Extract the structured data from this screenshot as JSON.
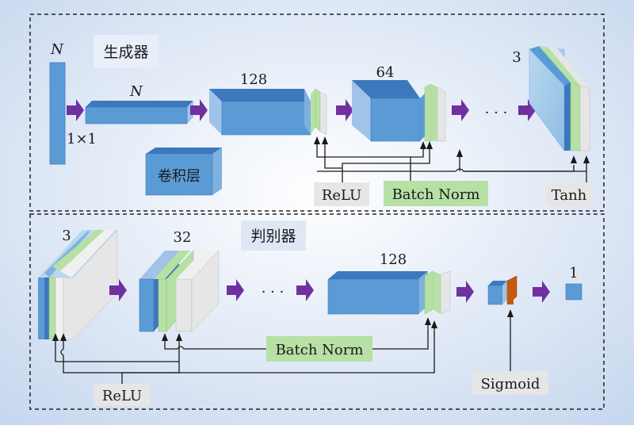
{
  "colors": {
    "conv_front": "#5b9bd5",
    "conv_top": "#3d78bd",
    "conv_side": "#9fc4e8",
    "bn_green": "#b6e0a4",
    "act_gray": "#e6e6e6",
    "sigmoid_orange": "#c55a11",
    "arrow_purple": "#7030a0"
  },
  "generator": {
    "title": "生成器",
    "input_label": "N",
    "input_size": "1×1",
    "fc_label": "N",
    "layer1_channels": "128",
    "layer2_channels": "64",
    "ellipsis": "· · ·",
    "output_channels": "3",
    "legend_conv": "卷积层",
    "relu_label": "ReLU",
    "bn_label": "Batch Norm",
    "tanh_label": "Tanh"
  },
  "discriminator": {
    "title": "判别器",
    "input_channels": "3",
    "layer1_channels": "32",
    "ellipsis": "· · ·",
    "last_channels": "128",
    "output_label": "1",
    "bn_label": "Batch Norm",
    "relu_label": "ReLU",
    "sigmoid_label": "Sigmoid"
  }
}
